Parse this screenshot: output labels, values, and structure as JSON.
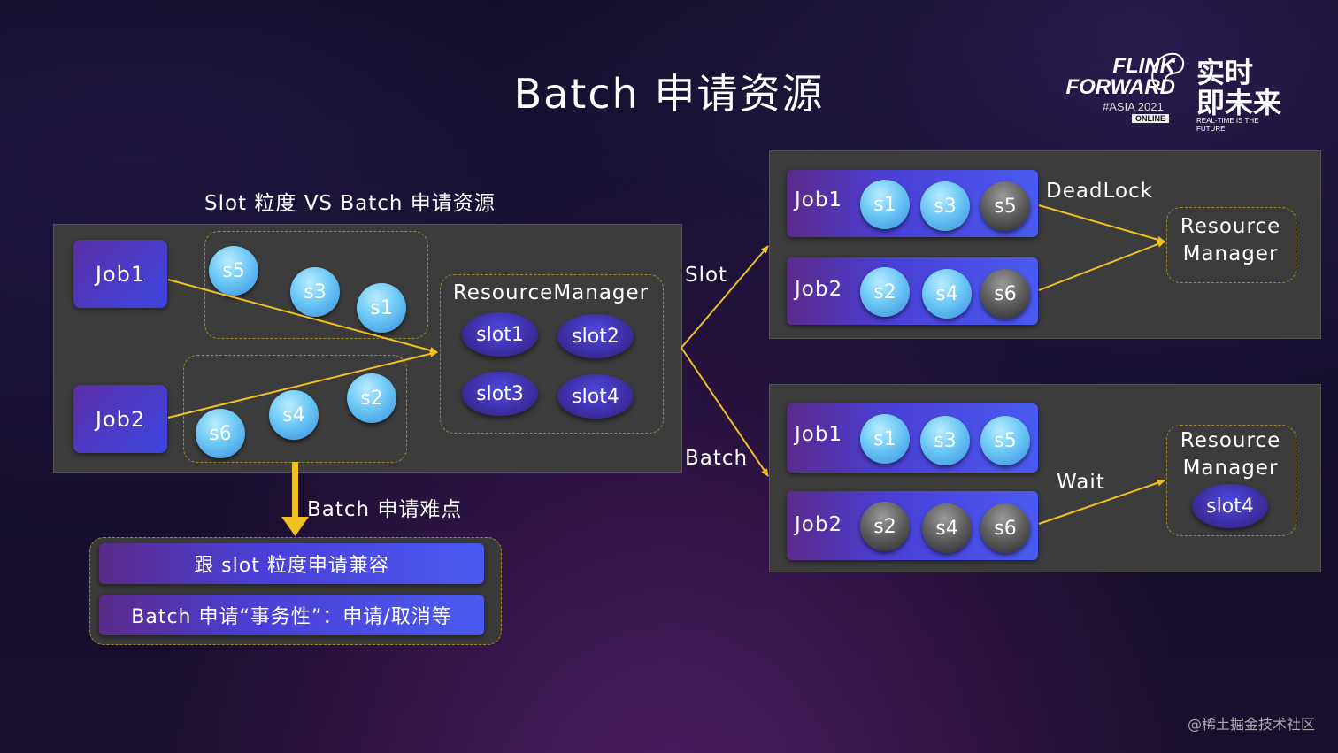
{
  "title": "Batch 申请资源",
  "logo": {
    "line1": "FLINK",
    "line2": "FORWARD",
    "asia": "#ASIA 2021",
    "online": "ONLINE",
    "cn1": "实时",
    "cn2": "即未来",
    "tagline": "REAL-TIME IS THE FUTURE"
  },
  "left": {
    "subtitle": "Slot 粒度 VS Batch 申请资源",
    "job1": "Job1",
    "job2": "Job2",
    "group1": [
      "s5",
      "s3",
      "s1"
    ],
    "group2": [
      "s6",
      "s4",
      "s2"
    ],
    "rm_title": "ResourceManager",
    "rm_slots": [
      "slot1",
      "slot2",
      "slot3",
      "slot4"
    ]
  },
  "arrows": {
    "slot": "Slot",
    "batch": "Batch",
    "difficulty": "Batch 申请难点"
  },
  "difficulties": [
    "跟 slot 粒度申请兼容",
    "Batch 申请“事务性”：申请/取消等"
  ],
  "deadlock": {
    "label": "DeadLock",
    "job1": "Job1",
    "job1_slots": [
      "s1",
      "s3",
      "s5"
    ],
    "job2": "Job2",
    "job2_slots": [
      "s2",
      "s4",
      "s6"
    ],
    "rm_line1": "Resource",
    "rm_line2": "Manager"
  },
  "wait": {
    "label": "Wait",
    "job1": "Job1",
    "job1_slots": [
      "s1",
      "s3",
      "s5"
    ],
    "job2": "Job2",
    "job2_slots": [
      "s2",
      "s4",
      "s6"
    ],
    "rm_line1": "Resource",
    "rm_line2": "Manager",
    "rm_slot": "slot4"
  },
  "watermark": "@稀土掘金技术社区",
  "colors": {
    "arrow": "#f0c020",
    "dashed_border": "#a08a2a",
    "panel": "#3c3c3c"
  }
}
